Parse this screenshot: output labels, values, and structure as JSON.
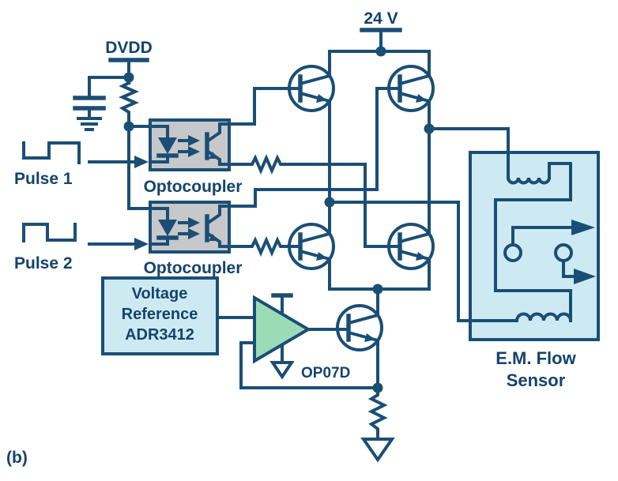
{
  "figure_label": "(b)",
  "labels": {
    "supply": "24 V",
    "dvdd": "DVDD",
    "pulse1": "Pulse 1",
    "pulse2": "Pulse 2",
    "optocoupler1": "Optocoupler",
    "optocoupler2": "Optocoupler",
    "opamp_part": "OP07D",
    "vref_line1": "Voltage",
    "vref_line2": "Reference",
    "vref_line3": "ADR3412",
    "sensor_line1": "E.M. Flow",
    "sensor_line2": "Sensor"
  },
  "colors": {
    "navy": "#1b4e75",
    "text": "#14436b",
    "gray": "#c7c8c9",
    "lightblue": "#cdeaf3",
    "green": "#9bdcb6"
  }
}
